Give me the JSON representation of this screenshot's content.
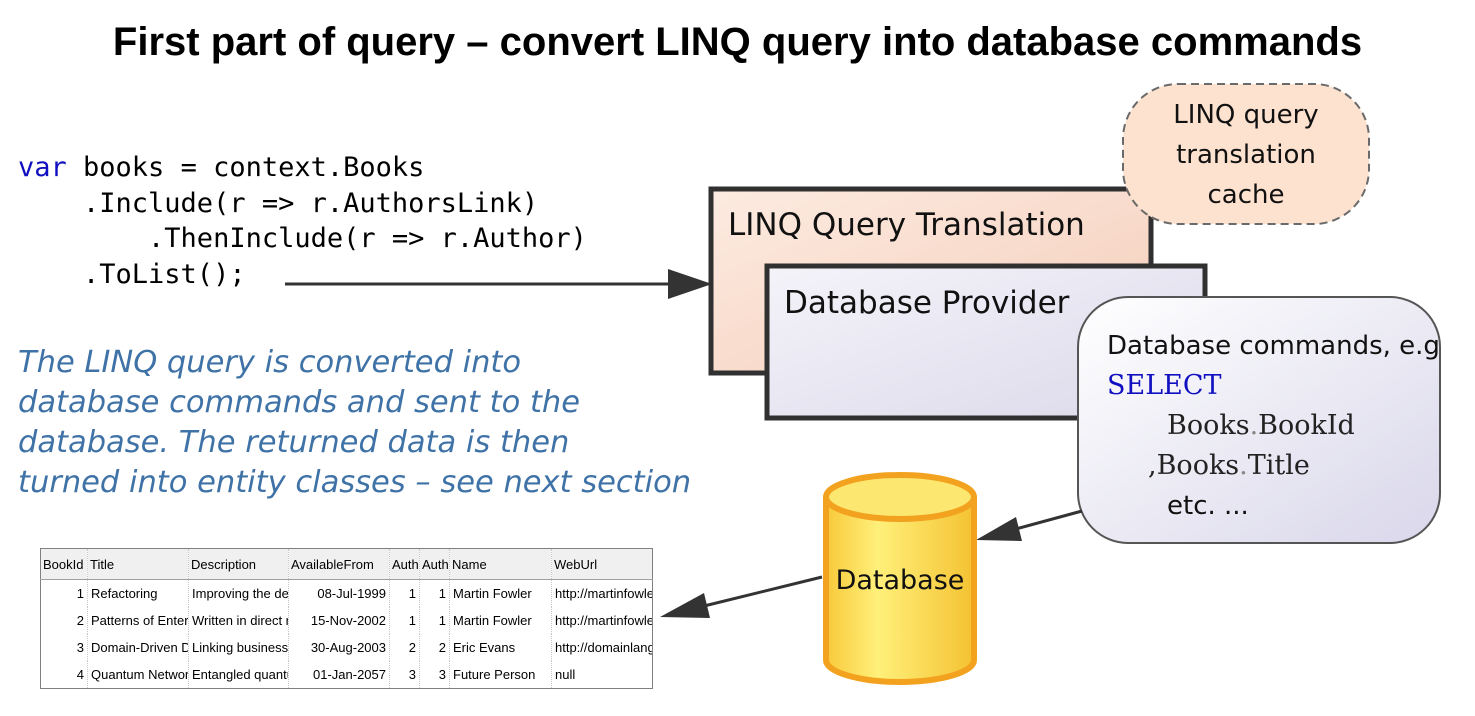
{
  "title": "First part of query – convert LINQ query into database commands",
  "code": {
    "keyword": "var",
    "line1_rest": " books = context.Books",
    "line2": "    .Include(r => r.AuthorsLink)",
    "line3": "        .ThenInclude(r => r.Author)",
    "line4": "    .ToList();"
  },
  "description": [
    "The LINQ query is converted into",
    "database commands and sent to the",
    "database. The returned data is then",
    "turned into entity classes – see next section"
  ],
  "cache_label": [
    "LINQ query",
    "translation",
    "cache"
  ],
  "translation_label": "LINQ Query Translation",
  "provider_label": "Database Provider",
  "commands": {
    "heading": "Database commands, e.g",
    "keyword": "SELECT",
    "line1_table": "Books",
    "line1_column": "BookId",
    "line2_comma": ",",
    "line2_table": "Books",
    "line2_column": "Title",
    "etc": "etc. ..."
  },
  "database_label": "Database",
  "table": {
    "columns": [
      "BookId",
      "Title",
      "Description",
      "AvailableFrom",
      "AuthorsLink",
      "AuthorId",
      "Name",
      "WebUrl"
    ],
    "rows": [
      [
        "1",
        "Refactoring",
        "Improving the design of existing code",
        "08-Jul-1999",
        "1",
        "1",
        "Martin Fowler",
        "http://martinfowler.com/"
      ],
      [
        "2",
        "Patterns of Enterprise Application Architecture",
        "Written in direct response",
        "15-Nov-2002",
        "1",
        "1",
        "Martin Fowler",
        "http://martinfowler.com/"
      ],
      [
        "3",
        "Domain-Driven Design",
        "Linking business needs to software",
        "30-Aug-2003",
        "2",
        "2",
        "Eric Evans",
        "http://domainlanguage.com/"
      ],
      [
        "4",
        "Quantum Networking",
        "Entangled quantum networking",
        "01-Jan-2057",
        "3",
        "3",
        "Future Person",
        "null"
      ]
    ]
  },
  "colors": {
    "translation_fill": "#f9ddd0",
    "provider_fill": "#e8e6f2",
    "cache_fill": "#fde2cf",
    "commands_fill": "#e4e3f0",
    "database_fill": "#fce05a",
    "database_stroke": "#f5a623",
    "sql_keyword": "#1010c0",
    "description_text": "#3f72a6"
  }
}
